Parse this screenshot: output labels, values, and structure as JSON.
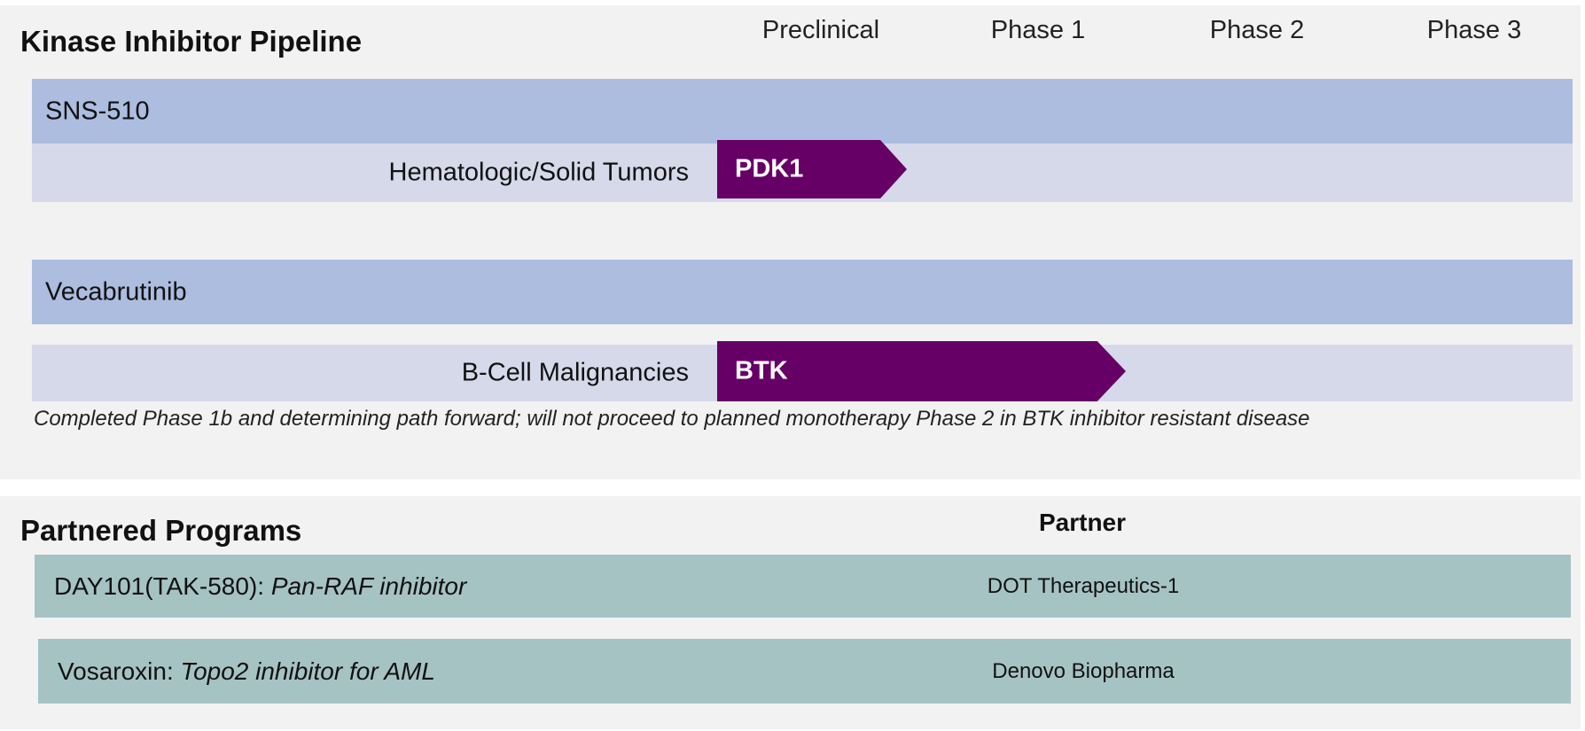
{
  "pipeline": {
    "title": "Kinase Inhibitor Pipeline",
    "phases": [
      "Preclinical",
      "Phase 1",
      "Phase 2",
      "Phase 3"
    ],
    "programs": [
      {
        "name": "SNS-510",
        "indication": "Hematologic/Solid Tumors",
        "target": "PDK1",
        "stage": "Preclinical"
      },
      {
        "name": "Vecabrutinib",
        "indication": "B-Cell Malignancies",
        "target": "BTK",
        "stage": "Phase 1"
      }
    ],
    "note": "Completed Phase 1b and determining path forward; will not proceed to planned monotherapy Phase 2 in BTK inhibitor resistant disease"
  },
  "partnered": {
    "title": "Partnered Programs",
    "partner_header": "Partner",
    "rows": [
      {
        "program": "DAY101(TAK-580): ",
        "description": "Pan-RAF inhibitor",
        "partner": "DOT Therapeutics-1"
      },
      {
        "program": "Vosaroxin: ",
        "description": "Topo2 inhibitor for AML",
        "partner": "Denovo Biopharma"
      }
    ]
  },
  "colors": {
    "drug_row": "#adbde0",
    "indication_row": "#d5d9ea",
    "arrow": "#660066",
    "partner_row": "#a6c3c4",
    "panel": "#f2f2f2"
  }
}
